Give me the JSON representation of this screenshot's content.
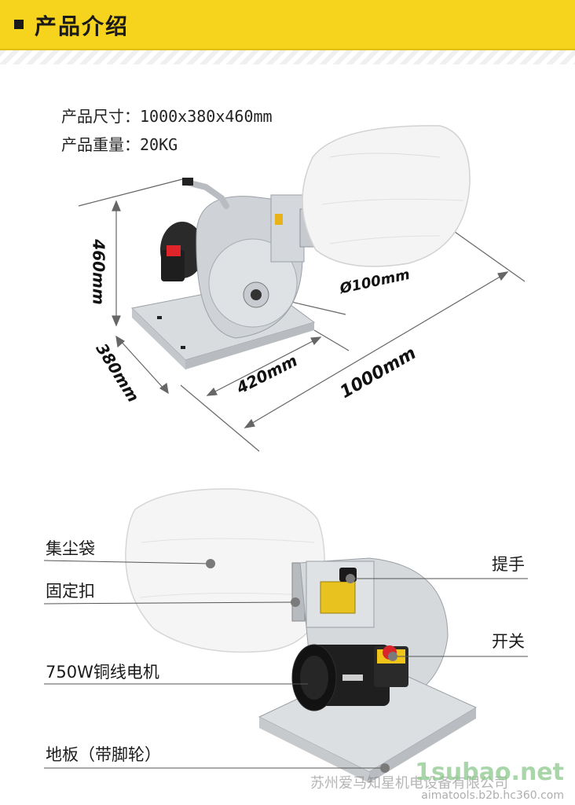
{
  "header": {
    "title": "产品介绍"
  },
  "specs": {
    "size": "产品尺寸：1000x380x460mm",
    "weight": "产品重量：20KG"
  },
  "dimensions": {
    "height": "460mm",
    "depth": "380mm",
    "base_width": "420mm",
    "total_length": "1000mm",
    "inlet_diameter": "Ø100mm"
  },
  "parts": {
    "dust_bag": "集尘袋",
    "clamp": "固定扣",
    "motor": "750W铜线电机",
    "base": "地板（带脚轮）",
    "handle": "提手",
    "switch": "开关"
  },
  "watermark": {
    "brand": "1subao.net",
    "company": "苏州爱马知星机电设备有限公司",
    "url": "aimatools.b2b.hc360.com"
  }
}
